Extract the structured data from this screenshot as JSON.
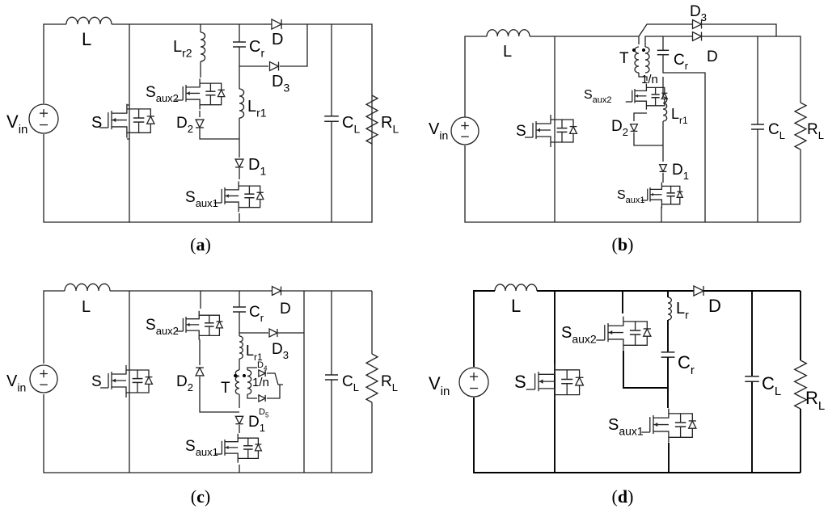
{
  "panels": {
    "a": {
      "caption": {
        "open": "(",
        "letter": "a",
        "close": ")"
      },
      "vin": {
        "main": "V",
        "sub": "in"
      },
      "L": {
        "main": "L"
      },
      "S": {
        "main": "S"
      },
      "Lr2": {
        "main": "L",
        "sub": "r2"
      },
      "Cr": {
        "main": "C",
        "sub": "r"
      },
      "D": {
        "main": "D"
      },
      "Saux2": {
        "main": "S",
        "sub": "aux2"
      },
      "D3": {
        "main": "D",
        "sub": "3"
      },
      "Lr1": {
        "main": "L",
        "sub": "r1"
      },
      "D2": {
        "main": "D",
        "sub": "2"
      },
      "D1": {
        "main": "D",
        "sub": "1"
      },
      "Saux1": {
        "main": "S",
        "sub": "aux1"
      },
      "CL": {
        "main": "C",
        "sub": "L"
      },
      "RL": {
        "main": "R",
        "sub": "L"
      }
    },
    "b": {
      "caption": {
        "open": "(",
        "letter": "b",
        "close": ")"
      },
      "vin": {
        "main": "V",
        "sub": "in"
      },
      "L": {
        "main": "L"
      },
      "S": {
        "main": "S"
      },
      "D3": {
        "main": "D",
        "sub": "3"
      },
      "T": {
        "main": "T"
      },
      "ratio": {
        "main": "1/n"
      },
      "Cr": {
        "main": "C",
        "sub": "r"
      },
      "D": {
        "main": "D"
      },
      "Saux2": {
        "main": "S",
        "sub": "aux2"
      },
      "Lr1": {
        "main": "L",
        "sub": "r1"
      },
      "D2": {
        "main": "D",
        "sub": "2"
      },
      "D1": {
        "main": "D",
        "sub": "1"
      },
      "Saux1": {
        "main": "S",
        "sub": "aux1"
      },
      "CL": {
        "main": "C",
        "sub": "L"
      },
      "RL": {
        "main": "R",
        "sub": "L"
      }
    },
    "c": {
      "caption": {
        "open": "(",
        "letter": "c",
        "close": ")"
      },
      "vin": {
        "main": "V",
        "sub": "in"
      },
      "L": {
        "main": "L"
      },
      "S": {
        "main": "S"
      },
      "Saux2": {
        "main": "S",
        "sub": "aux2"
      },
      "Cr": {
        "main": "C",
        "sub": "r"
      },
      "D": {
        "main": "D"
      },
      "Lr1": {
        "main": "L",
        "sub": "r1"
      },
      "D3": {
        "main": "D",
        "sub": "3"
      },
      "D4": {
        "main": "D",
        "sub": "4"
      },
      "T": {
        "main": "T"
      },
      "ratio": {
        "main": "1/n"
      },
      "D2": {
        "main": "D",
        "sub": "2"
      },
      "D5": {
        "main": "D",
        "sub": "5"
      },
      "D1": {
        "main": "D",
        "sub": "1"
      },
      "Saux1": {
        "main": "S",
        "sub": "aux1"
      },
      "CL": {
        "main": "C",
        "sub": "L"
      },
      "RL": {
        "main": "R",
        "sub": "L"
      }
    },
    "d": {
      "caption": {
        "open": "(",
        "letter": "d",
        "close": ")"
      },
      "vin": {
        "main": "V",
        "sub": "in"
      },
      "L": {
        "main": "L"
      },
      "S": {
        "main": "S"
      },
      "Saux2": {
        "main": "S",
        "sub": "aux2"
      },
      "Lr": {
        "main": "L",
        "sub": "r"
      },
      "D": {
        "main": "D"
      },
      "Cr": {
        "main": "C",
        "sub": "r"
      },
      "Saux1": {
        "main": "S",
        "sub": "aux1"
      },
      "CL": {
        "main": "C",
        "sub": "L"
      },
      "RL": {
        "main": "R",
        "sub": "L"
      }
    }
  }
}
